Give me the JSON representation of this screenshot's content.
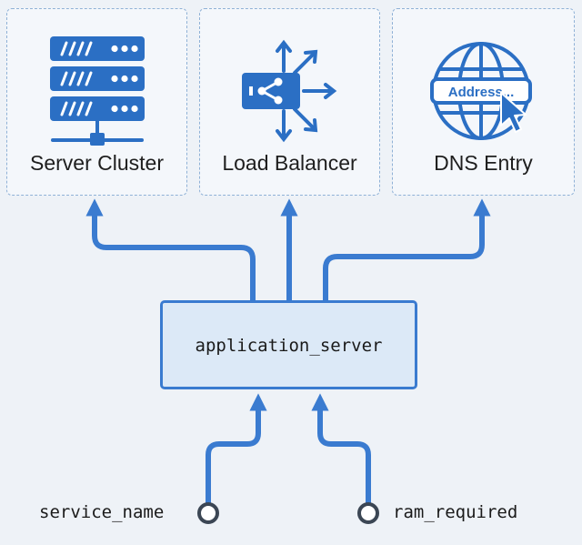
{
  "diagram": {
    "outputs": [
      {
        "label": "Server Cluster",
        "icon": "server-rack-icon"
      },
      {
        "label": "Load Balancer",
        "icon": "load-balancer-icon"
      },
      {
        "label": "DNS Entry",
        "icon": "globe-cursor-icon",
        "icon_text": "Address..."
      }
    ],
    "core": {
      "label": "application_server"
    },
    "inputs": [
      {
        "label": "service_name"
      },
      {
        "label": "ram_required"
      }
    ]
  },
  "colors": {
    "accent": "#2b6fc4",
    "connector": "#3a7bd0",
    "core_fill": "#dce9f7",
    "dashed_border": "#8fb1d6",
    "background": "#eef2f7",
    "input_port": "#3b4654"
  }
}
